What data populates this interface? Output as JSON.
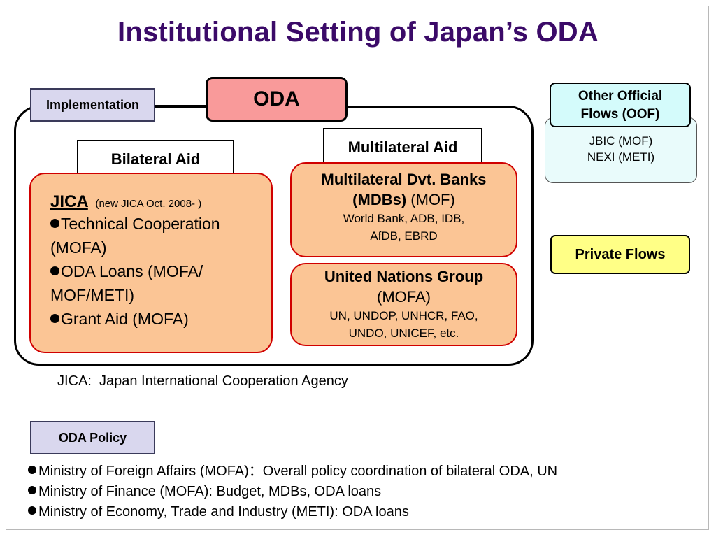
{
  "title": "Institutional Setting of Japan’s ODA",
  "implementation_label": "Implementation",
  "oda_label": "ODA",
  "bilateral_label": "Bilateral Aid",
  "multilateral_label": "Multilateral Aid",
  "jica": {
    "name": "JICA",
    "note": "(new JICA Oct. 2008- )",
    "items": [
      {
        "line1": "Technical Cooperation",
        "line2": "(MOFA)"
      },
      {
        "line1": "ODA Loans (MOFA/",
        "line2": "MOF/METI)"
      },
      {
        "line1": "Grant Aid (MOFA)",
        "line2": ""
      }
    ]
  },
  "mdb": {
    "line1": "Multilateral Dvt. Banks",
    "line2_bold": "(MDBs)",
    "line2_reg": "(MOF)",
    "members_line1": "World Bank, ADB, IDB,",
    "members_line2": "AfDB, EBRD"
  },
  "un": {
    "line1": "United Nations Group",
    "line2": "(MOFA)",
    "members_line1": "UN, UNDOP, UNHCR, FAO,",
    "members_line2": "UNDO, UNICEF, etc."
  },
  "oof": {
    "head_line1": "Other Official",
    "head_line2": "Flows (OOF)",
    "body_line1": "JBIC (MOF)",
    "body_line2": "NEXI (METI)"
  },
  "private_flows_label": "Private Flows",
  "jica_definition": "JICA:  Japan International Cooperation Agency",
  "oda_policy_label": "ODA Policy",
  "policy_items": [
    "Ministry of Foreign Affairs (MOFA)：Overall policy coordination of bilateral ODA, UN",
    "Ministry of Finance (MOFA): Budget, MDBs, ODA loans",
    "Ministry of Economy, Trade and Industry (METI): ODA loans"
  ],
  "colors": {
    "title": "#3b0a68",
    "oda_fill": "#f99a9a",
    "orange_fill": "#fbc595",
    "orange_border": "#d00000",
    "label_fill": "#d9d7ee",
    "oof_fill": "#d4fbfb",
    "private_fill": "#ffff86"
  }
}
